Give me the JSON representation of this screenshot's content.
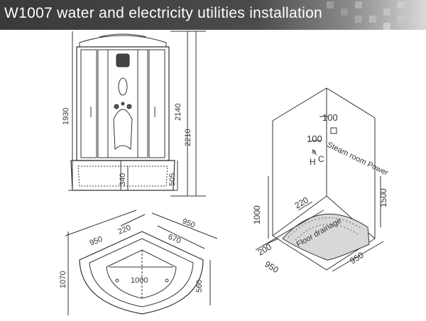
{
  "title": "W1007  water and electricity utilities installation",
  "front_view": {
    "dims": {
      "total_a": "2140",
      "total_b": "2210",
      "cabin": "1930",
      "tray": "505",
      "tap": "340"
    }
  },
  "top_view": {
    "dims": {
      "side_left": "950",
      "side_right": "950",
      "tray_left": "220",
      "inner_right": "670",
      "depth_left": "1070",
      "width_inner": "1000",
      "depth_right": "560"
    }
  },
  "iso_view": {
    "labels": {
      "hot": "H",
      "cold": "C",
      "steam_power": "Steam room Power",
      "floor_drainage": "Floor drainage"
    },
    "dims": {
      "h100_top": "100",
      "h100_mid": "100",
      "height_1500": "1500",
      "height_1000": "1000",
      "drain_220": "220",
      "drain_200": "200",
      "base_950_left": "950",
      "base_950_right": "950"
    }
  },
  "colors": {
    "title_bg": "#3f3f3f",
    "title_text": "#ffffff",
    "line": "#333333"
  }
}
